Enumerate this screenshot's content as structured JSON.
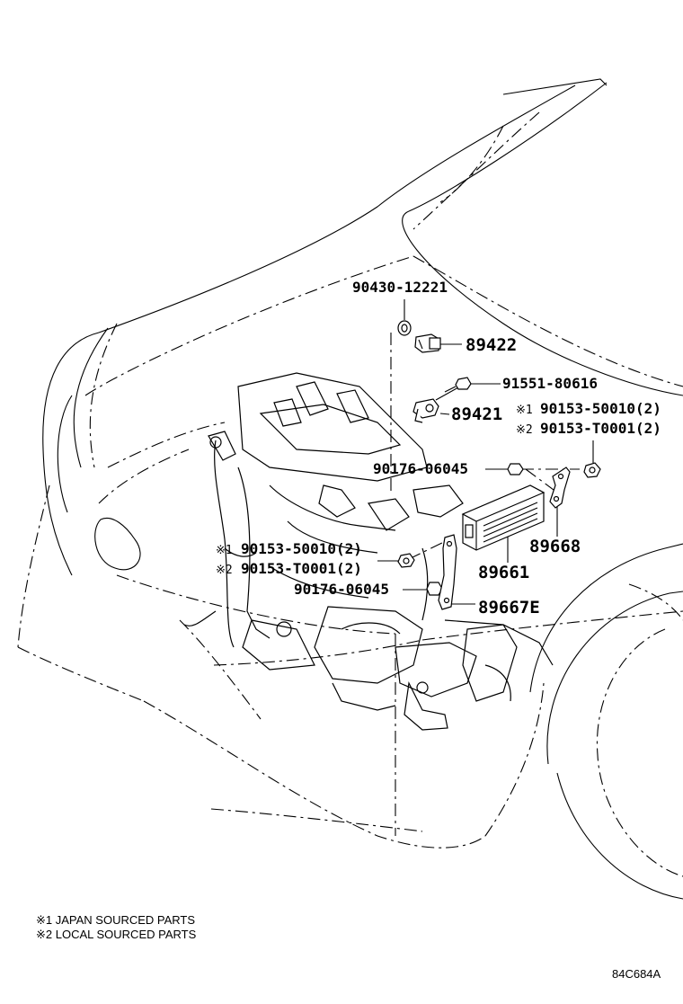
{
  "parts": {
    "p90430": "90430-12221",
    "p89422": "89422",
    "p91551": "91551-80616",
    "p89421": "89421",
    "right_bolt_mark1": "※1",
    "right_bolt_pn1": "90153-50010(2)",
    "right_bolt_mark2": "※2",
    "right_bolt_pn2": "90153-T0001(2)",
    "p90176_upper": "90176-06045",
    "p89668": "89668",
    "left_bolt_mark1": "※1",
    "left_bolt_pn1": "90153-50010(2)",
    "left_bolt_mark2": "※2",
    "left_bolt_pn2": "90153-T0001(2)",
    "p89661": "89661",
    "p90176_lower": "90176-06045",
    "p89667E": "89667E"
  },
  "legend": {
    "note1": "※1 JAPAN SOURCED PARTS",
    "note2": "※2 LOCAL SOURCED PARTS"
  },
  "figure_code": "84C684A"
}
